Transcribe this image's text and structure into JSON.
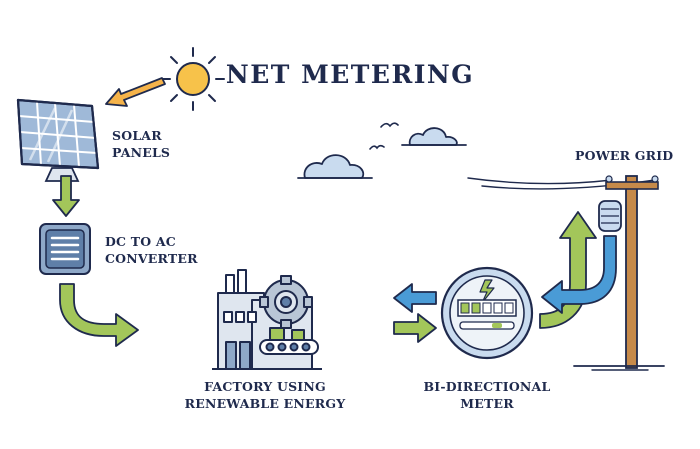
{
  "title": "NET METERING",
  "labels": {
    "solar_line1": "SOLAR",
    "solar_line2": "PANELS",
    "converter_line1": "DC TO AC",
    "converter_line2": "CONVERTER",
    "factory_line1": "FACTORY USING",
    "factory_line2": "RENEWABLE ENERGY",
    "meter_line1": "BI-DIRECTIONAL",
    "meter_line2": "METER",
    "grid": "POWER GRID"
  },
  "colors": {
    "outline": "#1f2a4d",
    "green_arrow": "#a3c65a",
    "blue_arrow": "#4a9bd6",
    "orange_arrow": "#f5b34a",
    "sun": "#f7c24a",
    "panel": "#9fb9d8",
    "cloud": "#c9dbef",
    "pole": "#c68a4a"
  }
}
